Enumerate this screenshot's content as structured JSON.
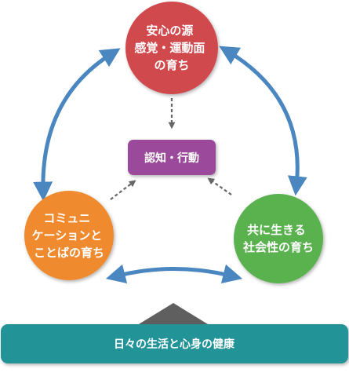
{
  "nodes": {
    "top": {
      "lines": [
        "安心の源",
        "感覚・運動面",
        "の育ち"
      ],
      "color": "#d04a4e"
    },
    "left": {
      "lines": [
        "コミュニ",
        "ケーションと",
        "ことばの育ち"
      ],
      "color": "#ef8a2d"
    },
    "right": {
      "lines": [
        "共に生きる",
        "社会性の育ち"
      ],
      "color": "#5ab24f"
    },
    "center": {
      "label": "認知・行動",
      "color": "#9b4a9a"
    }
  },
  "base": {
    "label": "日々の生活と心身の健康",
    "color": "#239397",
    "pedestal_color": "#5f5f5f"
  },
  "arrow_color": "#4a86c0",
  "dash_color": "#666666"
}
